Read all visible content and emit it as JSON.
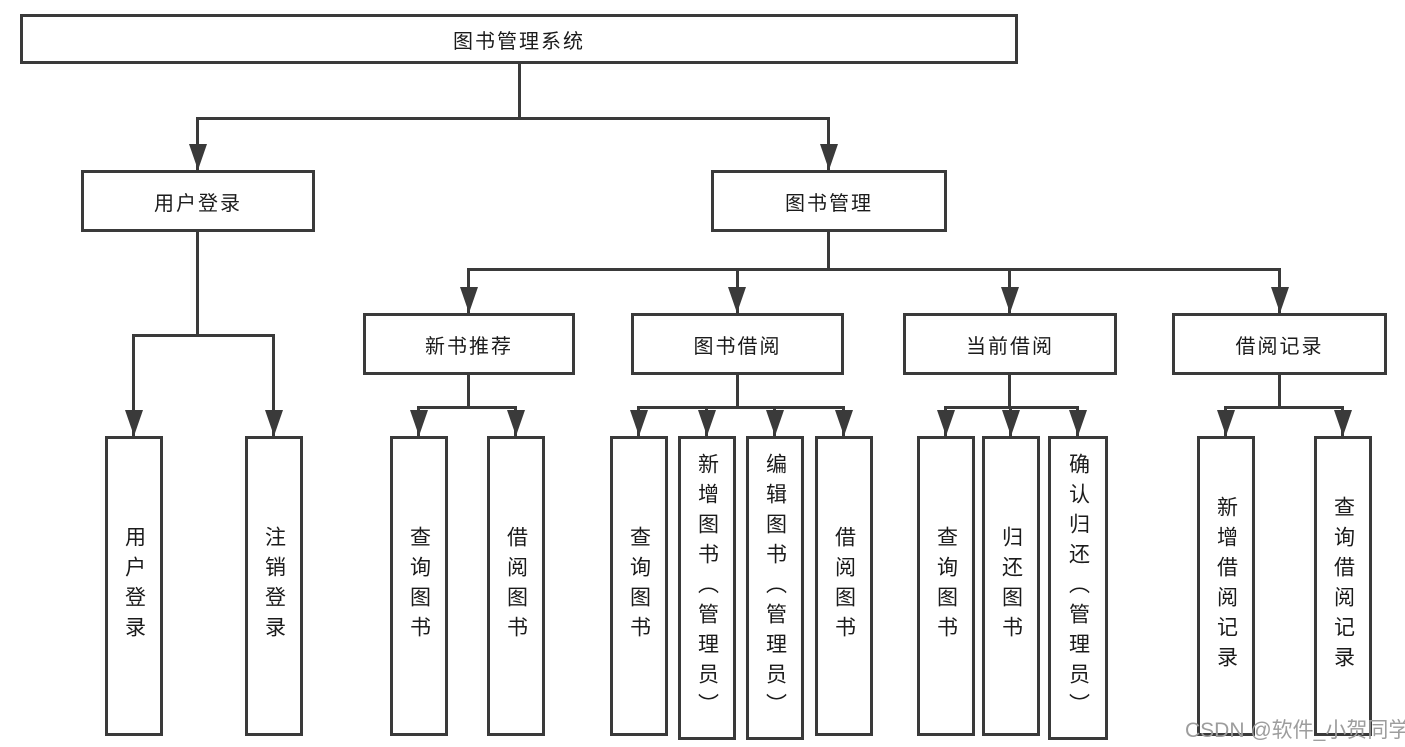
{
  "diagram": {
    "root": {
      "label": "图书管理系统"
    },
    "level2": [
      {
        "label": "用户登录"
      },
      {
        "label": "图书管理"
      }
    ],
    "level3": [
      {
        "label": "新书推荐"
      },
      {
        "label": "图书借阅"
      },
      {
        "label": "当前借阅"
      },
      {
        "label": "借阅记录"
      }
    ],
    "leaves": {
      "user_login": [
        {
          "label": "用户登录"
        },
        {
          "label": "注销登录"
        }
      ],
      "new_book": [
        {
          "label": "查询图书"
        },
        {
          "label": "借阅图书"
        }
      ],
      "book_borrow": [
        {
          "label": "查询图书"
        },
        {
          "label": "新增图书（管理员）"
        },
        {
          "label": "编辑图书（管理员）"
        },
        {
          "label": "借阅图书"
        }
      ],
      "current_borrow": [
        {
          "label": "查询图书"
        },
        {
          "label": "归还图书"
        },
        {
          "label": "确认归还（管理员）"
        }
      ],
      "records": [
        {
          "label": "新增借阅记录"
        },
        {
          "label": "查询借阅记录"
        }
      ]
    },
    "watermark": "CSDN @软件_小贺同学",
    "colors": {
      "line": "#3a3a3a",
      "text": "#1b1b1b",
      "watermark": "#9d9d9d",
      "background": "#ffffff"
    }
  }
}
